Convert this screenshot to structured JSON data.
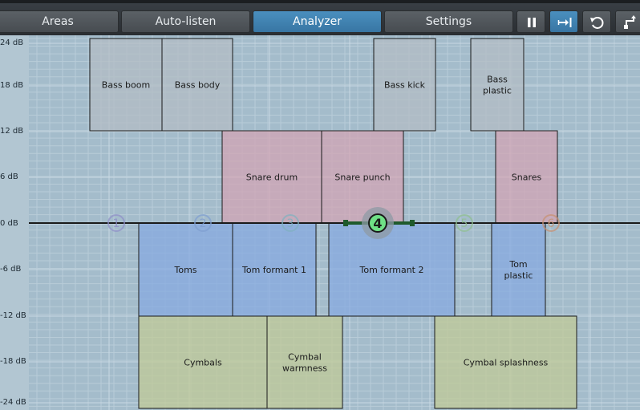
{
  "toolbar": {
    "tabs": [
      {
        "label": "Areas",
        "active": false
      },
      {
        "label": "Auto-listen",
        "active": false
      },
      {
        "label": "Analyzer",
        "active": true
      },
      {
        "label": "Settings",
        "active": false
      }
    ],
    "buttons": [
      {
        "name": "pause-button",
        "icon": "pause-icon",
        "active": false
      },
      {
        "name": "follow-button",
        "icon": "arrow-to-line-icon",
        "active": true
      },
      {
        "name": "undo-button",
        "icon": "undo-icon",
        "active": false
      },
      {
        "name": "resize-button",
        "icon": "resize-corner-icon",
        "active": false
      }
    ]
  },
  "y_axis": {
    "ticks": [
      "24 dB",
      "18 dB",
      "12 dB",
      "6 dB",
      "0 dB",
      "-6 dB",
      "-12 dB",
      "-18 dB",
      "-24 dB"
    ]
  },
  "areas": [
    {
      "label": "Bass boom",
      "kind": "neutral"
    },
    {
      "label": "Bass body",
      "kind": "neutral"
    },
    {
      "label": "Bass kick",
      "kind": "neutral"
    },
    {
      "label": "Bass plastic",
      "kind": "neutral"
    },
    {
      "label": "Snare drum",
      "kind": "snare"
    },
    {
      "label": "Snare punch",
      "kind": "snare"
    },
    {
      "label": "Snares",
      "kind": "snare"
    },
    {
      "label": "Toms",
      "kind": "tom"
    },
    {
      "label": "Tom formant 1",
      "kind": "tom"
    },
    {
      "label": "Tom formant 2",
      "kind": "tom"
    },
    {
      "label": "Tom plastic",
      "kind": "tom"
    },
    {
      "label": "Cymbals",
      "kind": "cymbal"
    },
    {
      "label": "Cymbal warmness",
      "kind": "cymbal"
    },
    {
      "label": "Cymbal splashness",
      "kind": "cymbal"
    }
  ],
  "nodes": [
    {
      "label": "1",
      "selected": false
    },
    {
      "label": "2",
      "selected": false
    },
    {
      "label": "3",
      "selected": false
    },
    {
      "label": "4",
      "selected": true
    },
    {
      "label": "5",
      "selected": false
    },
    {
      "label": "6",
      "selected": false
    }
  ],
  "colors": {
    "plot_bg": "#a4bccb",
    "neutral_fill": "#b3bcc3",
    "snare_fill": "#d3a3b3",
    "tom_fill": "#85a9e0",
    "cymbal_fill": "#c1ca94",
    "selected_node": "#6fe086",
    "node_text": "#1a1a1a"
  }
}
